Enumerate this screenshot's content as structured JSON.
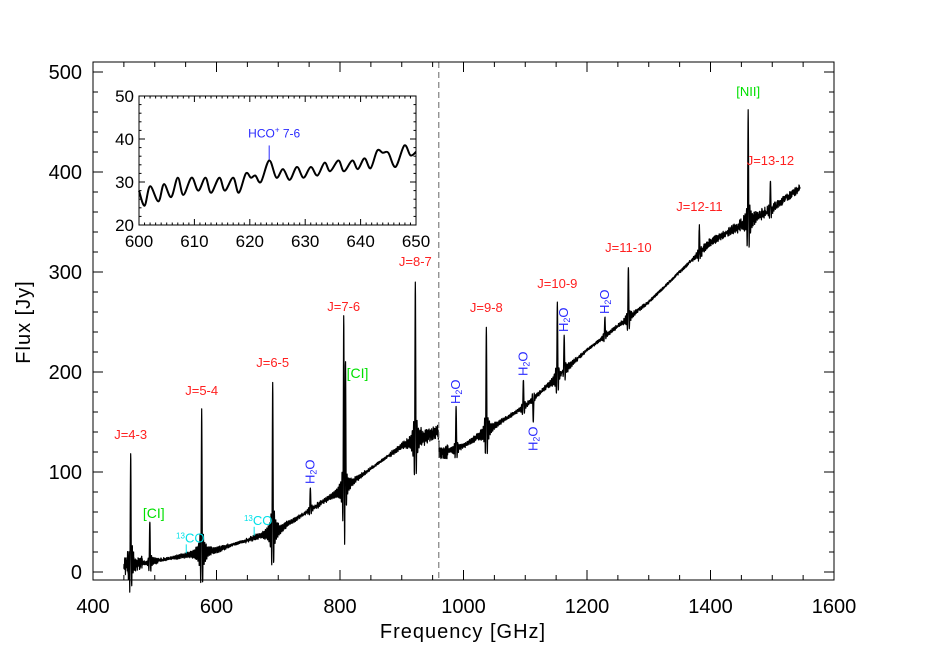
{
  "chart_data": [
    {
      "type": "line",
      "xlabel": "Frequency [GHz]",
      "ylabel": "Flux [Jy]",
      "xlim": [
        400,
        1600
      ],
      "ylim": [
        -8,
        510
      ],
      "xticks": [
        "400",
        "600",
        "800",
        "1000",
        "1200",
        "1400",
        "1600"
      ],
      "yticks": [
        "0",
        "100",
        "200",
        "300",
        "400",
        "500"
      ],
      "grid": false,
      "line_color": "#000000",
      "band_break_ghz": 960,
      "continuum": {
        "x": [
          450,
          460,
          500,
          600,
          700,
          800,
          900,
          959,
          961,
          1000,
          1100,
          1200,
          1300,
          1400,
          1500,
          1545
        ],
        "y": [
          7,
          7,
          11,
          22,
          42,
          81,
          126,
          141,
          118,
          126,
          166,
          222,
          270,
          330,
          364,
          384
        ]
      },
      "lines": [
        {
          "freq": 461,
          "peak": 118
        },
        {
          "freq": 492,
          "peak": 50
        },
        {
          "freq": 576,
          "peak": 162
        },
        {
          "freq": 691,
          "peak": 190
        },
        {
          "freq": 752,
          "peak": 85
        },
        {
          "freq": 806,
          "peak": 246
        },
        {
          "freq": 809,
          "peak": 195
        },
        {
          "freq": 922,
          "peak": 291
        },
        {
          "freq": 988,
          "peak": 165
        },
        {
          "freq": 1037,
          "peak": 245
        },
        {
          "freq": 1097,
          "peak": 193
        },
        {
          "freq": 1113,
          "peak": 150
        },
        {
          "freq": 1152,
          "peak": 269
        },
        {
          "freq": 1163,
          "peak": 237
        },
        {
          "freq": 1229,
          "peak": 255
        },
        {
          "freq": 1267,
          "peak": 305
        },
        {
          "freq": 1382,
          "peak": 346
        },
        {
          "freq": 1461,
          "peak": 461
        },
        {
          "freq": 1497,
          "peak": 392
        }
      ],
      "annotations": [
        {
          "freq": 461,
          "kind": "co",
          "color": "#ff2020",
          "parts": [
            {
              "t": "J=4-3"
            }
          ]
        },
        {
          "freq": 492,
          "kind": "ci-low",
          "color": "#00e000",
          "parts": [
            {
              "t": "[CI]"
            }
          ]
        },
        {
          "freq": 551,
          "kind": "iso",
          "color": "#00e0e8",
          "parts": [
            {
              "t": "13",
              "sup": true
            },
            {
              "t": "CO"
            }
          ]
        },
        {
          "freq": 576,
          "kind": "co",
          "color": "#ff2020",
          "parts": [
            {
              "t": "J=5-4"
            }
          ]
        },
        {
          "freq": 661,
          "kind": "iso",
          "color": "#00e0e8",
          "parts": [
            {
              "t": "13",
              "sup": true
            },
            {
              "t": "CO"
            }
          ]
        },
        {
          "freq": 691,
          "kind": "co",
          "color": "#ff2020",
          "parts": [
            {
              "t": "J=6-5"
            }
          ]
        },
        {
          "freq": 752,
          "kind": "h2o",
          "color": "#2a2aff",
          "parts": [
            {
              "t": "H"
            },
            {
              "t": "2",
              "sub": true
            },
            {
              "t": "O"
            }
          ]
        },
        {
          "freq": 806,
          "kind": "co",
          "color": "#ff2020",
          "parts": [
            {
              "t": "J=7-6"
            }
          ]
        },
        {
          "freq": 809,
          "kind": "ci-side",
          "color": "#00e000",
          "parts": [
            {
              "t": "[CI]"
            }
          ]
        },
        {
          "freq": 922,
          "kind": "co",
          "color": "#ff2020",
          "parts": [
            {
              "t": "J=8-7"
            }
          ]
        },
        {
          "freq": 988,
          "kind": "h2o",
          "color": "#2a2aff",
          "parts": [
            {
              "t": "H"
            },
            {
              "t": "2",
              "sub": true
            },
            {
              "t": "O"
            }
          ]
        },
        {
          "freq": 1037,
          "kind": "co",
          "color": "#ff2020",
          "parts": [
            {
              "t": "J=9-8"
            }
          ]
        },
        {
          "freq": 1097,
          "kind": "h2o",
          "color": "#2a2aff",
          "parts": [
            {
              "t": "H"
            },
            {
              "t": "2",
              "sub": true
            },
            {
              "t": "O"
            }
          ]
        },
        {
          "freq": 1113,
          "kind": "h2o-below",
          "color": "#2a2aff",
          "parts": [
            {
              "t": "H"
            },
            {
              "t": "2",
              "sub": true
            },
            {
              "t": "O"
            }
          ]
        },
        {
          "freq": 1152,
          "kind": "co",
          "color": "#ff2020",
          "parts": [
            {
              "t": "J=10-9"
            }
          ]
        },
        {
          "freq": 1163,
          "kind": "h2o",
          "color": "#2a2aff",
          "parts": [
            {
              "t": "H"
            },
            {
              "t": "2",
              "sub": true
            },
            {
              "t": "O"
            }
          ]
        },
        {
          "freq": 1229,
          "kind": "h2o",
          "color": "#2a2aff",
          "parts": [
            {
              "t": "H"
            },
            {
              "t": "2",
              "sub": true
            },
            {
              "t": "O"
            }
          ]
        },
        {
          "freq": 1267,
          "kind": "co",
          "color": "#ff2020",
          "parts": [
            {
              "t": "J=11-10"
            }
          ]
        },
        {
          "freq": 1382,
          "kind": "co",
          "color": "#ff2020",
          "parts": [
            {
              "t": "J=12-11"
            }
          ]
        },
        {
          "freq": 1461,
          "kind": "co",
          "color": "#00e000",
          "parts": [
            {
              "t": "[NII]"
            }
          ]
        },
        {
          "freq": 1497,
          "kind": "co",
          "color": "#ff2020",
          "parts": [
            {
              "t": "J=13-12"
            }
          ]
        }
      ]
    },
    {
      "type": "line",
      "inset": true,
      "xlim": [
        600,
        650
      ],
      "ylim": [
        20,
        50
      ],
      "xticks": [
        "600",
        "610",
        "620",
        "630",
        "640",
        "650"
      ],
      "yticks": [
        "20",
        "30",
        "40",
        "50"
      ],
      "x": [
        600,
        601,
        602,
        603.5,
        604.5,
        605.8,
        607,
        608,
        609.5,
        610.7,
        612,
        613,
        614.5,
        615.5,
        617,
        618,
        619.3,
        620.2,
        621,
        622,
        623.5,
        624.8,
        626,
        627.2,
        628.5,
        629.7,
        631,
        632.2,
        633.5,
        634.5,
        636,
        637,
        638.5,
        639.5,
        640.7,
        641.8,
        643,
        644,
        645,
        646.3,
        647.9,
        649,
        650
      ],
      "y": [
        28,
        24.5,
        29,
        25.5,
        29.5,
        26.5,
        31,
        27,
        31,
        28,
        31,
        27.5,
        31,
        28,
        31,
        27.5,
        32,
        31,
        31.5,
        30,
        35,
        31,
        33,
        30.5,
        33.5,
        31,
        33.5,
        31.5,
        34.5,
        32.5,
        35,
        32.5,
        35,
        33,
        35.5,
        33.2,
        37.3,
        36.8,
        36.8,
        33.5,
        38.5,
        36.2,
        37
      ],
      "annotation": {
        "freq": 623.5,
        "color": "#2a2aff",
        "label": "HCO",
        "sup": "+",
        "suffix": " 7-6"
      }
    }
  ]
}
